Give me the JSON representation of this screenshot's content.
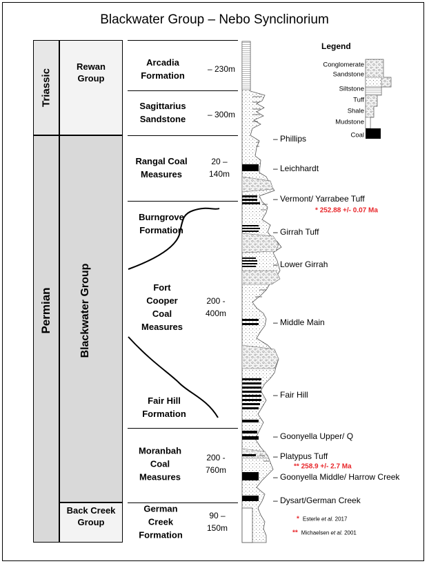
{
  "title": "Blackwater Group – Nebo Synclinorium",
  "periods": {
    "triassic": "Triassic",
    "permian": "Permian"
  },
  "groups": {
    "rewan": [
      "Rewan",
      "Group"
    ],
    "blackwater": "Blackwater Group",
    "back_creek": [
      "Back Creek",
      "Group"
    ]
  },
  "formations": {
    "arcadia": {
      "name": [
        "Arcadia",
        "Formation"
      ],
      "thickness": [
        "– 230m"
      ]
    },
    "sagittarius": {
      "name": [
        "Sagittarius",
        "Sandstone"
      ],
      "thickness": [
        "– 300m"
      ]
    },
    "rangal": {
      "name": [
        "Rangal Coal",
        "Measures"
      ],
      "thickness": [
        "20 –",
        "140m"
      ]
    },
    "burngrove": {
      "name": [
        "Burngrove",
        "Formation"
      ]
    },
    "fort_cooper": {
      "name": [
        "Fort",
        "Cooper",
        "Coal",
        "Measures"
      ],
      "thickness": [
        "200 -",
        "400m"
      ]
    },
    "fair_hill": {
      "name": [
        "Fair Hill",
        "Formation"
      ]
    },
    "moranbah": {
      "name": [
        "Moranbah",
        "Coal",
        "Measures"
      ],
      "thickness": [
        "200 -",
        "760m"
      ]
    },
    "german_creek": {
      "name": [
        "German",
        "Creek",
        "Formation"
      ],
      "thickness": [
        "90 –",
        "150m"
      ]
    }
  },
  "seams": {
    "phillips": "– Phillips",
    "leichhardt": "– Leichhardt",
    "vermont": "– Vermont/ Yarrabee Tuff",
    "girrah_tuff": "– Girrah Tuff",
    "lower_girrah": "– Lower Girrah",
    "middle_main": "– Middle Main",
    "fair_hill": "– Fair Hill",
    "goonyella_upper": "– Goonyella Upper/ Q",
    "platypus": "– Platypus Tuff",
    "goonyella_middle": "– Goonyella Middle/ Harrow Creek",
    "dysart": "– Dysart/German Creek"
  },
  "ages": {
    "vermont": {
      "marker": "*",
      "text": "252.88 +/- 0.07 Ma"
    },
    "platypus": {
      "marker": "**",
      "text": "258.9 +/- 2.7 Ma"
    }
  },
  "references": [
    {
      "marker": "*",
      "author": "Esterle",
      "etal": "et al.",
      "year": "2017"
    },
    {
      "marker": "**",
      "author": "Michaelsen",
      "etal": "et al.",
      "year": "2001"
    }
  ],
  "legend": {
    "title": "Legend",
    "items": [
      "Conglomerate",
      "Sandstone",
      "Siltstone",
      "Tuff",
      "Shale",
      "Mudstone",
      "Coal"
    ]
  },
  "colors": {
    "column_fill": "#d9d9d9",
    "age_red": "#e8262a",
    "coal": "#000000"
  }
}
